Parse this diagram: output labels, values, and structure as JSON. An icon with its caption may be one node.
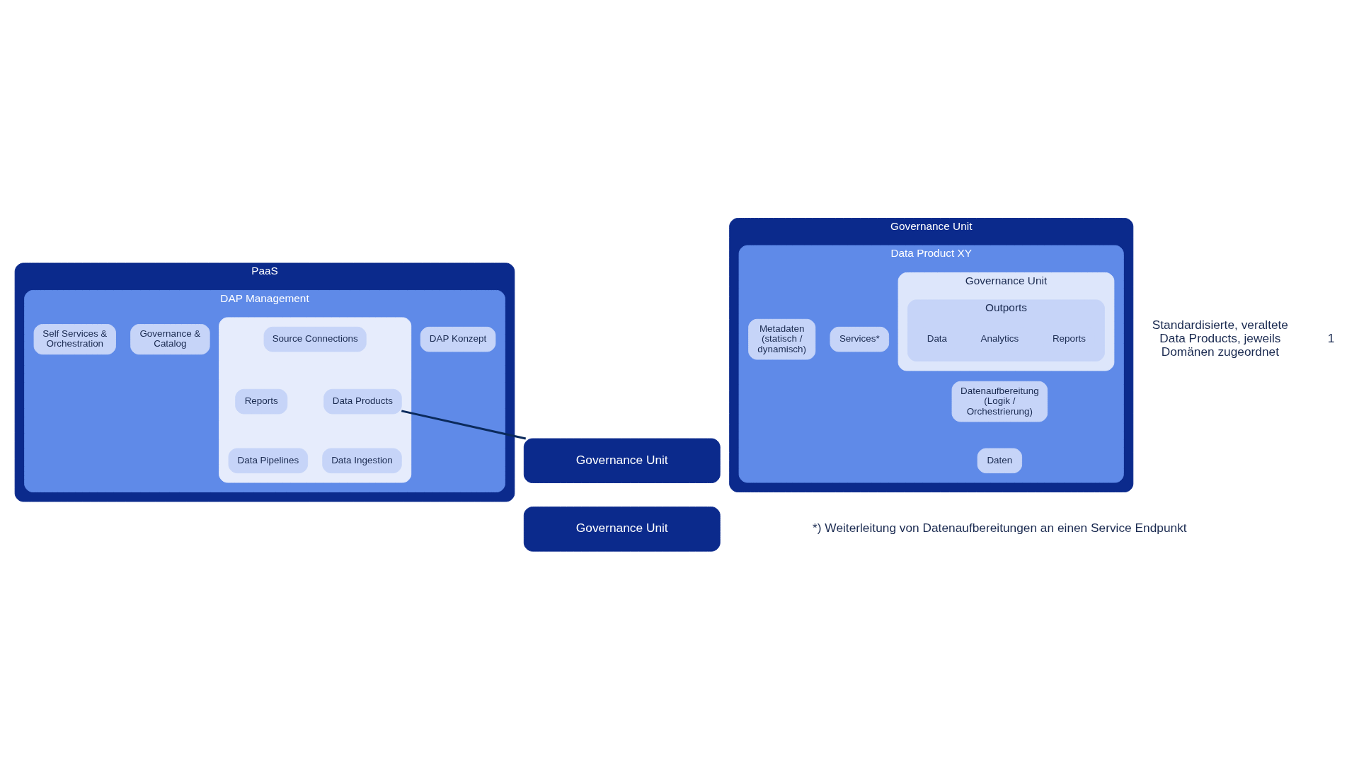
{
  "diagram": {
    "nodes": [
      {
        "text": [
          "Governance Unit"
        ]
      },
      {
        "text": [
          "Governance Unit"
        ]
      },
      {
        "text": [
          "Governance Unit"
        ]
      },
      {
        "text": [
          "Data Product XY"
        ],
        "in": 2
      },
      {
        "text": [
          "Governance Unit"
        ],
        "in": 3
      },
      {
        "text": [
          "Outports"
        ],
        "in": 4
      },
      {
        "text": [
          "Reports"
        ],
        "in": 5
      },
      {
        "text": [
          "Analytics"
        ],
        "in": 5
      },
      {
        "text": [
          "Data"
        ],
        "in": 5
      },
      {
        "text": [
          "Datenaufbereitung (Logik / Orchestrierung)"
        ],
        "in": 3
      },
      {
        "text": [
          "Daten"
        ],
        "in": 3
      },
      {
        "text": [
          "Services*"
        ],
        "in": 3
      },
      {
        "text": [
          "Metadaten (statisch / dynamisch)"
        ],
        "in": 3
      },
      {
        "text": [
          "PaaS"
        ]
      },
      {
        "text": [
          "DAP Management"
        ],
        "in": 13
      },
      {
        "text": [
          "DAP Konzept"
        ],
        "in": 14
      },
      {
        "text": [
          "Governance & Catalog"
        ],
        "in": 14
      },
      {
        "text": [
          "Self Services & Orchestration"
        ],
        "in": 14
      },
      {
        "text": [],
        "shape": "box",
        "in": 14
      },
      {
        "text": [
          "Data Products"
        ],
        "in": 18
      },
      {
        "text": [
          "Reports"
        ],
        "in": 18
      },
      {
        "text": [
          "Source Connections"
        ],
        "in": 18
      },
      {
        "text": [
          "Data Ingestion"
        ],
        "in": 18
      },
      {
        "text": [
          "Data Pipelines"
        ],
        "in": 18
      }
    ],
    "edges": [
      {
        "from": 19,
        "to": 0,
        "arrow": "none"
      }
    ],
    "labels": [
      "Standardisierte, veraltete Data Products, jeweils Domänen zugeordnet",
      "*) Weiterleitung von Datenaufbereitungen an einen Service Endpunkt",
      "1"
    ]
  }
}
